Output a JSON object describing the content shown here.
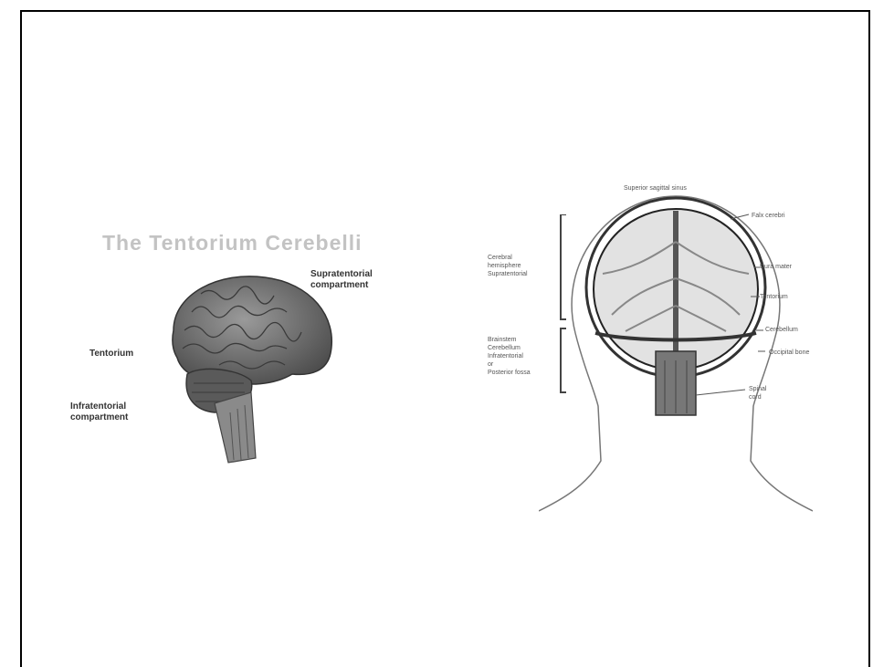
{
  "figure1": {
    "title": "The Tentorium Cerebelli",
    "labels": {
      "top": "Supratentorial\ncompartment",
      "left": "Tentorium",
      "bottom": "Infratentorial\ncompartment"
    }
  },
  "figure2": {
    "labels": {
      "top": "Superior sagittal sinus",
      "left_upper": "Cerebral\nhemisphere\nSupratentorial",
      "left_lower": "Brainstem\nCerebellum\nInfratentorial\nor\nPosterior fossa",
      "right_1": "Falx cerebri",
      "right_2": "Dura mater",
      "right_3": "Tentorium",
      "right_4": "Cerebellum",
      "right_5": "Occipital bone",
      "right_6": "Spinal\ncord"
    }
  },
  "colors": {
    "frame": "#000000",
    "brain": "#6f6f6f",
    "line": "#555555"
  }
}
